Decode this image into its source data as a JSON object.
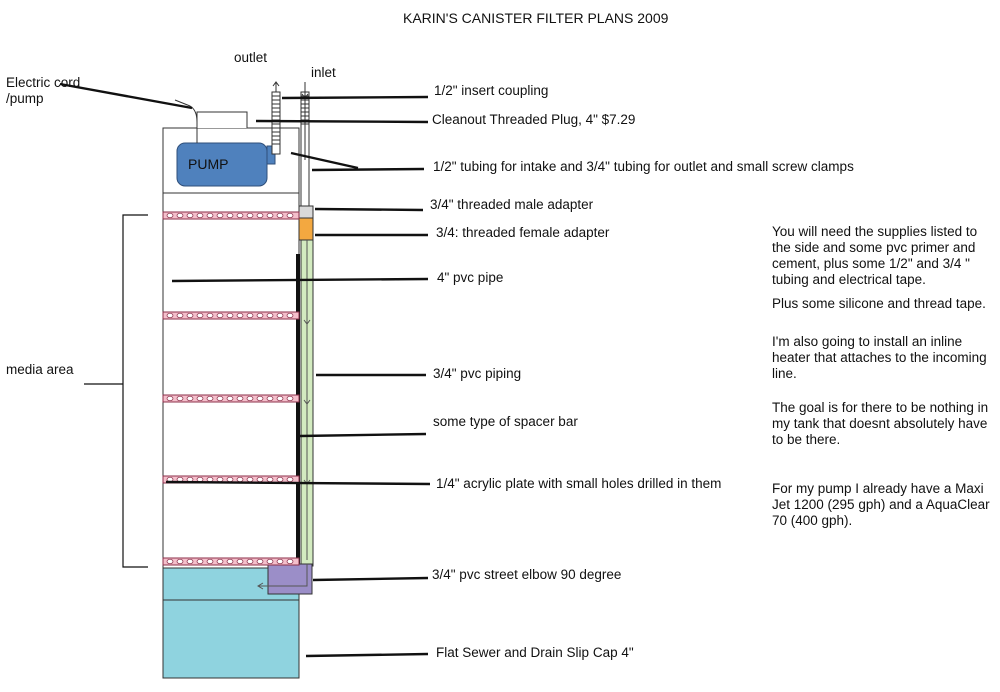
{
  "title": "KARIN'S CANISTER FILTER PLANS 2009",
  "pump_label": "PUMP",
  "labels": {
    "outlet": "outlet",
    "inlet": "inlet",
    "electric_cord_1": "Electric cord",
    "electric_cord_2": "/pump",
    "media_area": "media area",
    "insert_coupling": "1/2\" insert coupling",
    "cleanout_plug": "Cleanout Threaded Plug, 4\"  $7.29",
    "tubing": "1/2\" tubing for intake and 3/4\" tubing for outlet and small screw clamps",
    "male_adapter": "3/4\"  threaded male adapter",
    "female_adapter": "3/4: threaded female adapter",
    "pvc_pipe": "4\" pvc pipe",
    "pvc_piping": "3/4\" pvc piping",
    "spacer_bar": "some type of spacer bar",
    "acrylic_plate": "1/4\" acrylic plate with small holes drilled in them",
    "street_elbow": "3/4\" pvc street elbow 90 degree",
    "slip_cap": "Flat Sewer and Drain Slip Cap 4\""
  },
  "notes": [
    "You will need the supplies listed to the side and some pvc primer and cement, plus some 1/2\" and 3/4 \" tubing and electrical tape.",
    "Plus some silicone and thread tape.",
    "I'm also going to install an inline heater that attaches to the incoming line.",
    "The goal is for there to be nothing in my tank that doesnt absolutely have to be there.",
    "For my pump I already have a Maxi Jet 1200 (295 gph) and a AquaClear 70 (400 gph)."
  ],
  "colors": {
    "pump": "#4f81bd",
    "water": "#8fd3df",
    "elbow": "#9b8ec8",
    "pipe": "#d3ebc0",
    "adapter": "#f3a840",
    "plate": "#f4bfcb"
  }
}
